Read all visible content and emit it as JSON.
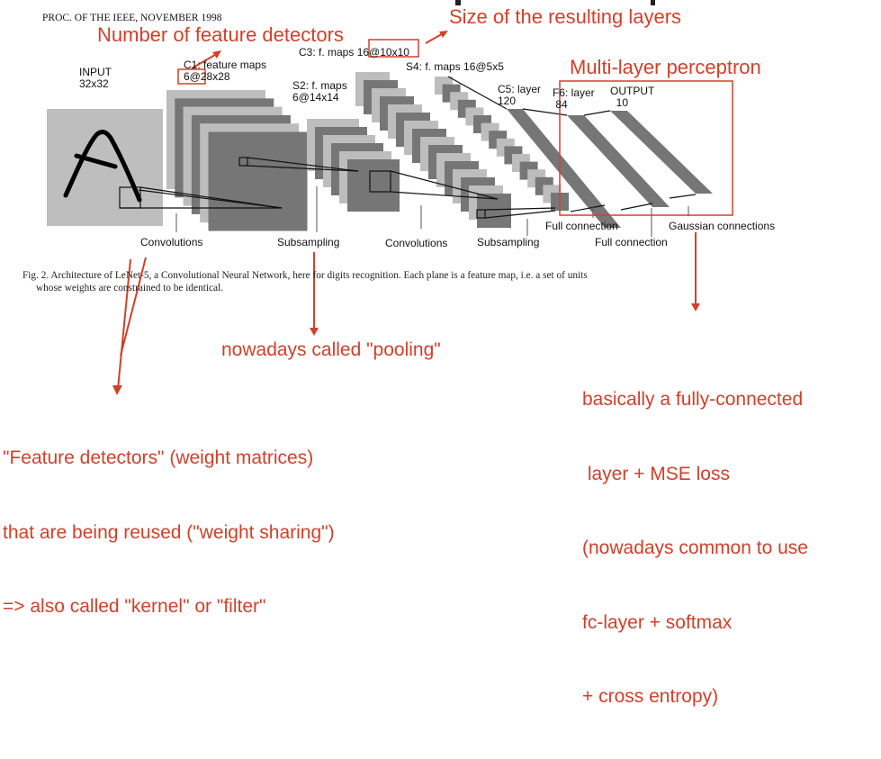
{
  "header": {
    "running_head": "PROC. OF THE IEEE, NOVEMBER 1998"
  },
  "figure": {
    "layers": {
      "input": [
        "INPUT",
        "32x32"
      ],
      "c1": [
        "C1: feature maps",
        "6@28x28"
      ],
      "s2": [
        "S2: f. maps",
        "6@14x14"
      ],
      "c3": "C3: f. maps 16@10x10",
      "s4": "S4: f. maps 16@5x5",
      "c5": [
        "C5: layer",
        "120"
      ],
      "f6": [
        "F6: layer",
        "84"
      ],
      "output": [
        "OUTPUT",
        "10"
      ]
    },
    "operations": {
      "conv1": "Convolutions",
      "sub1": "Subsampling",
      "conv2": "Convolutions",
      "sub2": "Subsampling",
      "full1": "Full connection",
      "full2": "Full connection",
      "gauss": "Gaussian connections"
    },
    "caption": {
      "line1": "Fig. 2.  Architecture of LeNet-5, a Convolutional Neural Network, here for digits recognition. Each plane is a feature map, i.e. a set of units",
      "line2": "whose weights are constrained to be identical."
    }
  },
  "annotations": {
    "num_feature_detectors": "Number of feature detectors",
    "size_resulting_layers": "Size of the resulting layers",
    "mlp": "Multi-layer perceptron",
    "pooling": "nowadays called \"pooling\"",
    "fc_note": [
      "basically a fully-connected",
      " layer + MSE loss",
      "(nowadays common to use",
      "fc-layer + softmax",
      "+ cross entropy)"
    ],
    "feature_detectors_note": [
      "\"Feature detectors\" (weight matrices)",
      "that are being reused (\"weight sharing\")",
      "=> also called \"kernel\" or \"filter\""
    ]
  },
  "colors": {
    "annotation_red": "#d2402a",
    "map_light": "#bdbdbd",
    "map_dark": "#767676",
    "input_bg": "#bebebe"
  }
}
